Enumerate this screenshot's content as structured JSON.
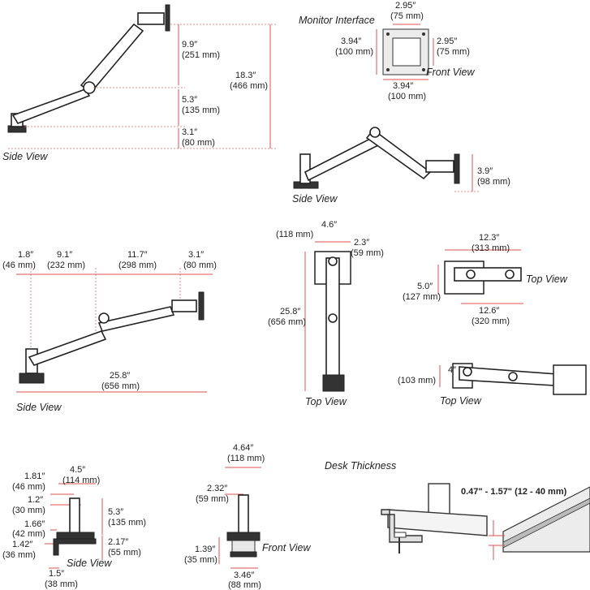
{
  "views": {
    "side_view": "Side View",
    "front_view": "Front View",
    "top_view": "Top View",
    "monitor_interface": "Monitor Interface",
    "desk_thickness": "Desk Thickness"
  },
  "side1": {
    "h_upper": "9.9″",
    "h_upper_mm": "(251 mm)",
    "h_mid": "5.3″",
    "h_mid_mm": "(135 mm)",
    "h_low": "3.1″",
    "h_low_mm": "(80 mm)",
    "h_total": "18.3″",
    "h_total_mm": "(466 mm)"
  },
  "monitor": {
    "top_outer": "2.95″",
    "top_outer_mm": "(75 mm)",
    "left": "3.94″",
    "left_mm": "(100 mm)",
    "right": "2.95″",
    "right_mm": "(75 mm)",
    "bottom": "3.94″",
    "bottom_mm": "(100 mm)"
  },
  "side2": {
    "h": "3.9″",
    "h_mm": "(98 mm)"
  },
  "side3": {
    "d1": "1.8″",
    "d1_mm": "(46 mm)",
    "d2": "9.1″",
    "d2_mm": "(232 mm)",
    "d3": "11.7″",
    "d3_mm": "(298 mm)",
    "d4": "3.1″",
    "d4_mm": "(80 mm)",
    "total": "25.8″",
    "total_mm": "(656 mm)"
  },
  "top1": {
    "w": "4.6″",
    "w_mm": "(118 mm)",
    "half": "2.3″",
    "half_mm": "(59 mm)",
    "len": "25.8″",
    "len_mm": "(656 mm)"
  },
  "top2": {
    "w": "12.3″",
    "w_mm": "(313 mm)",
    "h": "5.0″",
    "h_mm": "(127 mm)",
    "w2": "12.6″",
    "w2_mm": "(320 mm)"
  },
  "top3": {
    "h": "4″",
    "h_mm": "(103 mm)"
  },
  "base_side": {
    "w": "4.5″",
    "w_mm": "(114 mm)",
    "a": "1.81″",
    "a_mm": "(46 mm)",
    "b": "1.2″",
    "b_mm": "(30 mm)",
    "c": "1.66″",
    "c_mm": "(42 mm)",
    "d": "1.42″",
    "d_mm": "(36 mm)",
    "h": "5.3″",
    "h_mm": "(135 mm)",
    "h2": "2.17″",
    "h2_mm": "(55 mm)",
    "bottom": "1.5″",
    "bottom_mm": "(38 mm)"
  },
  "base_front": {
    "w": "4.64″",
    "w_mm": "(118 mm)",
    "half": "2.32″",
    "half_mm": "(59 mm)",
    "h": "1.39″",
    "h_mm": "(35 mm)",
    "bottom": "3.46″",
    "bottom_mm": "(88 mm)"
  },
  "desk": {
    "range": "0.47\" - 1.57\" (12 - 40 mm)"
  }
}
